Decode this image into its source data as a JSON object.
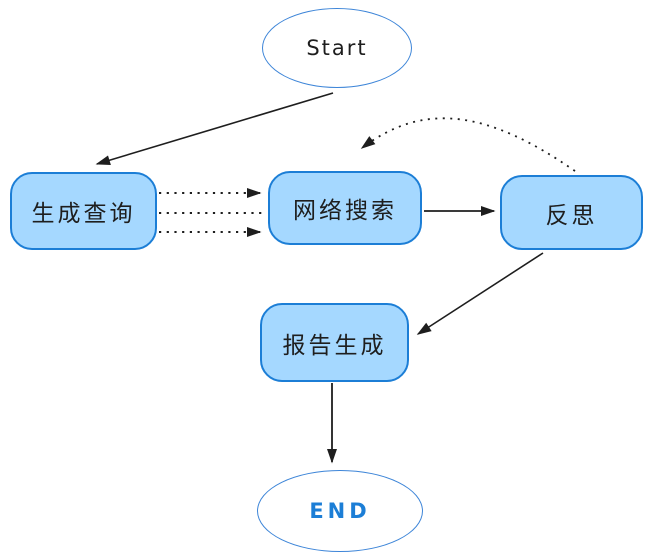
{
  "diagram": {
    "type": "flowchart",
    "background": "#ffffff",
    "nodes": [
      {
        "id": "start",
        "label": "Start",
        "shape": "ellipse",
        "fill": "#ffffff",
        "border": "#3d85d8",
        "text_color": "#1e1e1e"
      },
      {
        "id": "generate-query",
        "label": "生成查询",
        "shape": "rounded-rect",
        "fill": "#a5d8ff",
        "border": "#1c7ed6",
        "text_color": "#1e1e1e"
      },
      {
        "id": "web-search",
        "label": "网络搜索",
        "shape": "rounded-rect",
        "fill": "#a5d8ff",
        "border": "#1c7ed6",
        "text_color": "#1e1e1e"
      },
      {
        "id": "reflection",
        "label": "反思",
        "shape": "rounded-rect",
        "fill": "#a5d8ff",
        "border": "#1c7ed6",
        "text_color": "#1e1e1e"
      },
      {
        "id": "report-generation",
        "label": "报告生成",
        "shape": "rounded-rect",
        "fill": "#a5d8ff",
        "border": "#1c7ed6",
        "text_color": "#1e1e1e"
      },
      {
        "id": "end",
        "label": "END",
        "shape": "ellipse",
        "fill": "#ffffff",
        "border": "#3d85d8",
        "text_color": "#1c7ed6"
      }
    ],
    "edges": [
      {
        "from": "Start",
        "to": "生成查询",
        "style": "solid",
        "arrowhead": true
      },
      {
        "from": "生成查询",
        "to": "网络搜索",
        "style": "dotted",
        "arrowhead": true,
        "note": "top parallel line"
      },
      {
        "from": "生成查询",
        "to": "网络搜索",
        "style": "dotted",
        "arrowhead": false,
        "note": "middle parallel line"
      },
      {
        "from": "生成查询",
        "to": "网络搜索",
        "style": "dotted",
        "arrowhead": true,
        "note": "bottom parallel line"
      },
      {
        "from": "网络搜索",
        "to": "反思",
        "style": "solid",
        "arrowhead": true
      },
      {
        "from": "反思",
        "to": "网络搜索",
        "style": "dotted-curve",
        "arrowhead": true,
        "note": "feedback loop over the top"
      },
      {
        "from": "反思",
        "to": "报告生成",
        "style": "solid",
        "arrowhead": true
      },
      {
        "from": "报告生成",
        "to": "END",
        "style": "solid",
        "arrowhead": true
      }
    ],
    "colors": {
      "arrow": "#1e1e1e",
      "rect_fill": "#a5d8ff",
      "rect_border": "#1c7ed6",
      "ellipse_border": "#3d85d8",
      "end_text": "#1c7ed6"
    }
  }
}
